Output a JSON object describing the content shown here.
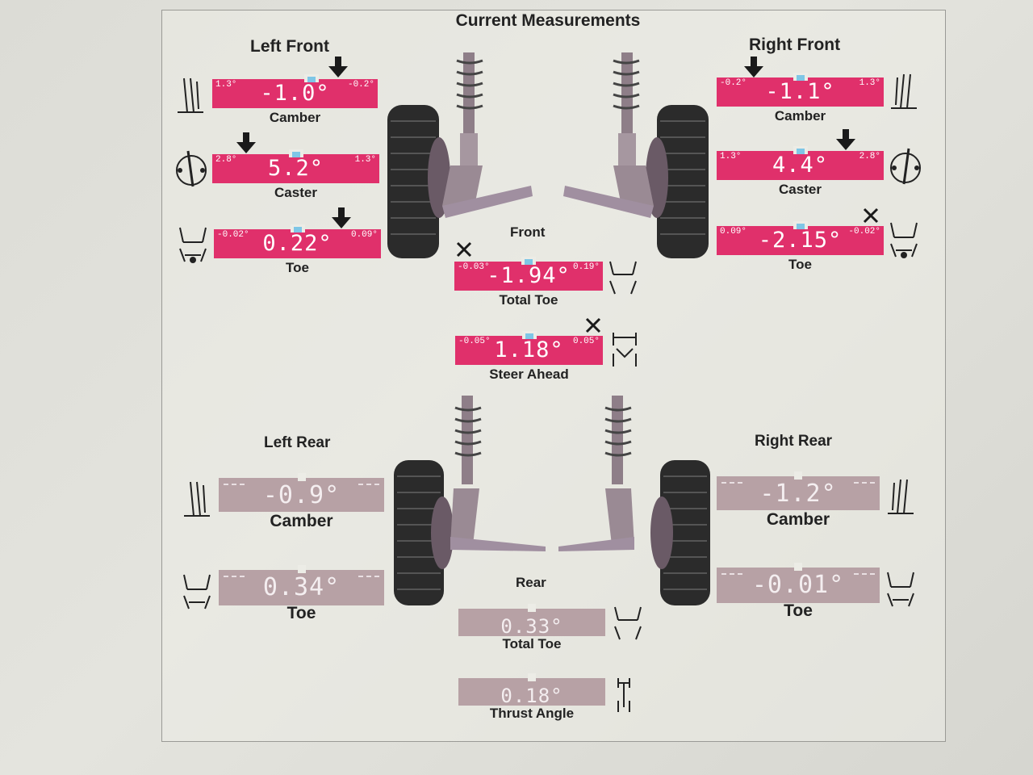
{
  "page": {
    "title": "Current Measurements",
    "front_label": "Front",
    "rear_label": "Rear"
  },
  "colors": {
    "in_spec_bar": "#e0306b",
    "rear_bar": "#b7a1a5",
    "center_marker": "#7ec6e6"
  },
  "left_front": {
    "heading": "Left Front",
    "camber": {
      "label": "Camber",
      "value": "-1.0°",
      "min": "1.3°",
      "max": "-0.2°"
    },
    "caster": {
      "label": "Caster",
      "value": "5.2°",
      "min": "2.8°",
      "max": "1.3°"
    },
    "toe": {
      "label": "Toe",
      "value": "0.22°",
      "min": "-0.02°",
      "max": "0.09°"
    }
  },
  "right_front": {
    "heading": "Right Front",
    "camber": {
      "label": "Camber",
      "value": "-1.1°",
      "min": "-0.2°",
      "max": "1.3°"
    },
    "caster": {
      "label": "Caster",
      "value": "4.4°",
      "min": "1.3°",
      "max": "2.8°"
    },
    "toe": {
      "label": "Toe",
      "value": "-2.15°",
      "min": "0.09°",
      "max": "-0.02°"
    }
  },
  "front_center": {
    "total_toe": {
      "label": "Total Toe",
      "value": "-1.94°",
      "min": "-0.03°",
      "max": "0.19°"
    },
    "steer_ahead": {
      "label": "Steer Ahead",
      "value": "1.18°",
      "min": "-0.05°",
      "max": "0.05°"
    }
  },
  "left_rear": {
    "heading": "Left Rear",
    "camber": {
      "label": "Camber",
      "value": "-0.9°"
    },
    "toe": {
      "label": "Toe",
      "value": "0.34°"
    }
  },
  "right_rear": {
    "heading": "Right Rear",
    "camber": {
      "label": "Camber",
      "value": "-1.2°"
    },
    "toe": {
      "label": "Toe",
      "value": "-0.01°"
    }
  },
  "rear_center": {
    "total_toe": {
      "label": "Total Toe",
      "value": "0.33°"
    },
    "thrust_angle": {
      "label": "Thrust Angle",
      "value": "0.18°"
    }
  }
}
